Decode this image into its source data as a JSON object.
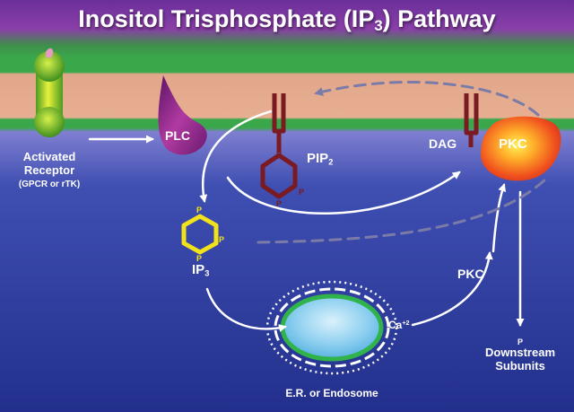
{
  "title": {
    "main": "Inositol Trisphosphate (IP",
    "sub": "3",
    "end": ") Pathway"
  },
  "labels": {
    "receptor_line1": "Activated",
    "receptor_line2": "Receptor",
    "receptor_line3": "(GPCR or rTK)",
    "plc": "PLC",
    "pip2_main": "PIP",
    "pip2_sub": "2",
    "dag": "DAG",
    "pkc_membrane": "PKC",
    "ip3_main": "IP",
    "ip3_sub": "3",
    "pkc_cytosol": "PKC",
    "ca_main": "Ca",
    "ca_sup": "+2",
    "er": "E.R. or Endosome",
    "phosphate": "P",
    "downstream_line1": "Downstream",
    "downstream_line2": "Subunits"
  },
  "colors": {
    "top_band": "#7e3fa8",
    "membrane_green": "#2fb34a",
    "membrane_core": "#e3a98a",
    "cytosol": "#27389a",
    "plc": "#9a2a88",
    "pip2": "#7a1a22",
    "ip3_ring": "#f2e21a",
    "pkc_blob": "#f0551e",
    "er_fill": "#8fd0f0",
    "er_rim": "#2fb34a"
  }
}
